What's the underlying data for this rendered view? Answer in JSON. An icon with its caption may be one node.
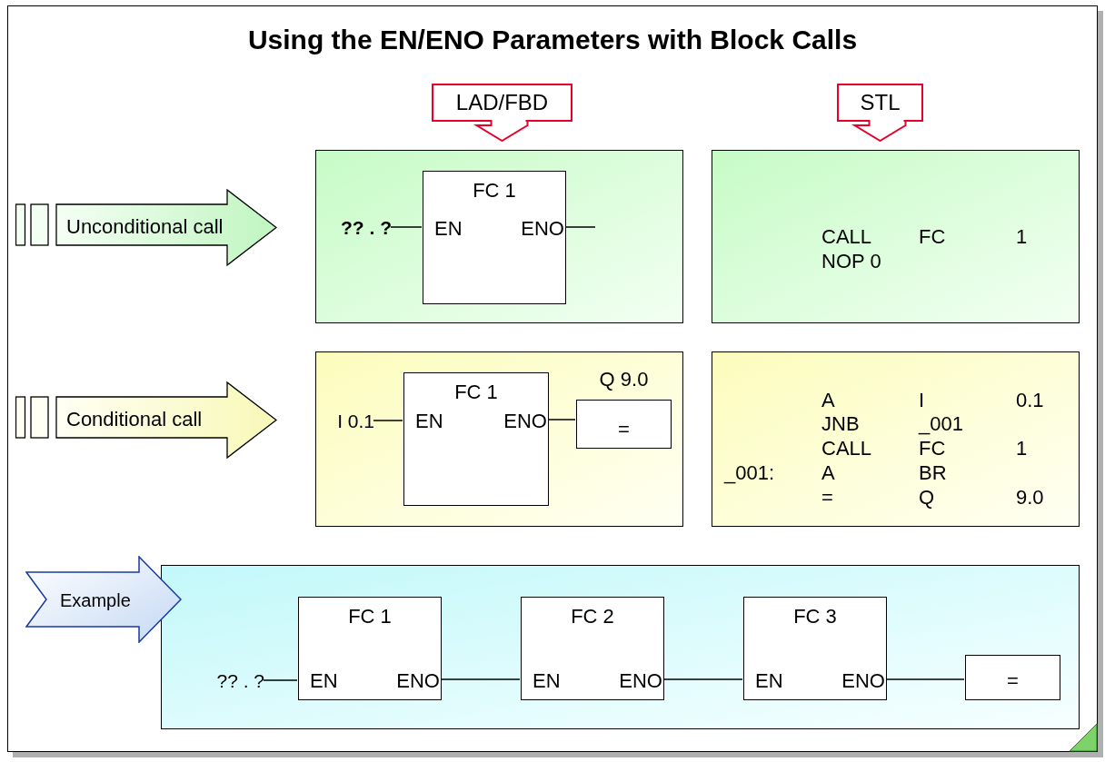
{
  "diagram": {
    "title": "Using the EN/ENO Parameters with Block Calls",
    "nodes": [
      {
        "text": [
          "LAD/FBD"
        ]
      },
      {
        "text": [
          "STL"
        ]
      },
      {
        "text": [
          "Unconditional call"
        ]
      },
      {
        "text": [
          "Conditional call"
        ]
      },
      {
        "text": [],
        "shape": "box"
      },
      {
        "text": [
          "?? . ?"
        ],
        "in": 4
      },
      {
        "text": [
          "FC 1",
          "EN",
          "ENO"
        ],
        "in": 4
      },
      {
        "text": [
          "CALL",
          "FC",
          "1",
          "NOP 0"
        ]
      },
      {
        "text": [],
        "shape": "box"
      },
      {
        "text": [
          "I 0.1"
        ],
        "in": 8
      },
      {
        "text": [
          "FC 1",
          "EN",
          "ENO"
        ],
        "in": 8
      },
      {
        "text": [
          "="
        ],
        "in": 8,
        "beside": [
          "Q 9.0"
        ]
      },
      {
        "text": [
          "A",
          "I",
          "0.1",
          "JNB",
          "_001",
          "CALL",
          "FC",
          "1",
          "_001:",
          "A",
          "BR",
          "=",
          "Q",
          "9.0"
        ]
      },
      {
        "text": [
          "Example"
        ]
      },
      {
        "text": [],
        "shape": "box"
      },
      {
        "text": [
          "?? . ?"
        ],
        "in": 14
      },
      {
        "text": [
          "FC 1",
          "EN",
          "ENO"
        ],
        "in": 14
      },
      {
        "text": [
          "FC 2",
          "EN",
          "ENO"
        ],
        "in": 14
      },
      {
        "text": [
          "FC 3",
          "EN",
          "ENO"
        ],
        "in": 14
      },
      {
        "text": [
          "="
        ],
        "in": 14
      }
    ],
    "edges": [
      {
        "from": 5,
        "to": 6,
        "arrow": "none"
      },
      {
        "from": 6,
        "to": null,
        "arrow": "none"
      },
      {
        "from": 9,
        "to": 10,
        "arrow": "none"
      },
      {
        "from": 10,
        "to": 11,
        "arrow": "none"
      },
      {
        "from": 15,
        "to": 16,
        "arrow": "none"
      },
      {
        "from": 16,
        "to": 17,
        "arrow": "none"
      },
      {
        "from": 17,
        "to": 18,
        "arrow": "none"
      },
      {
        "from": 18,
        "to": 19,
        "arrow": "none"
      }
    ]
  }
}
